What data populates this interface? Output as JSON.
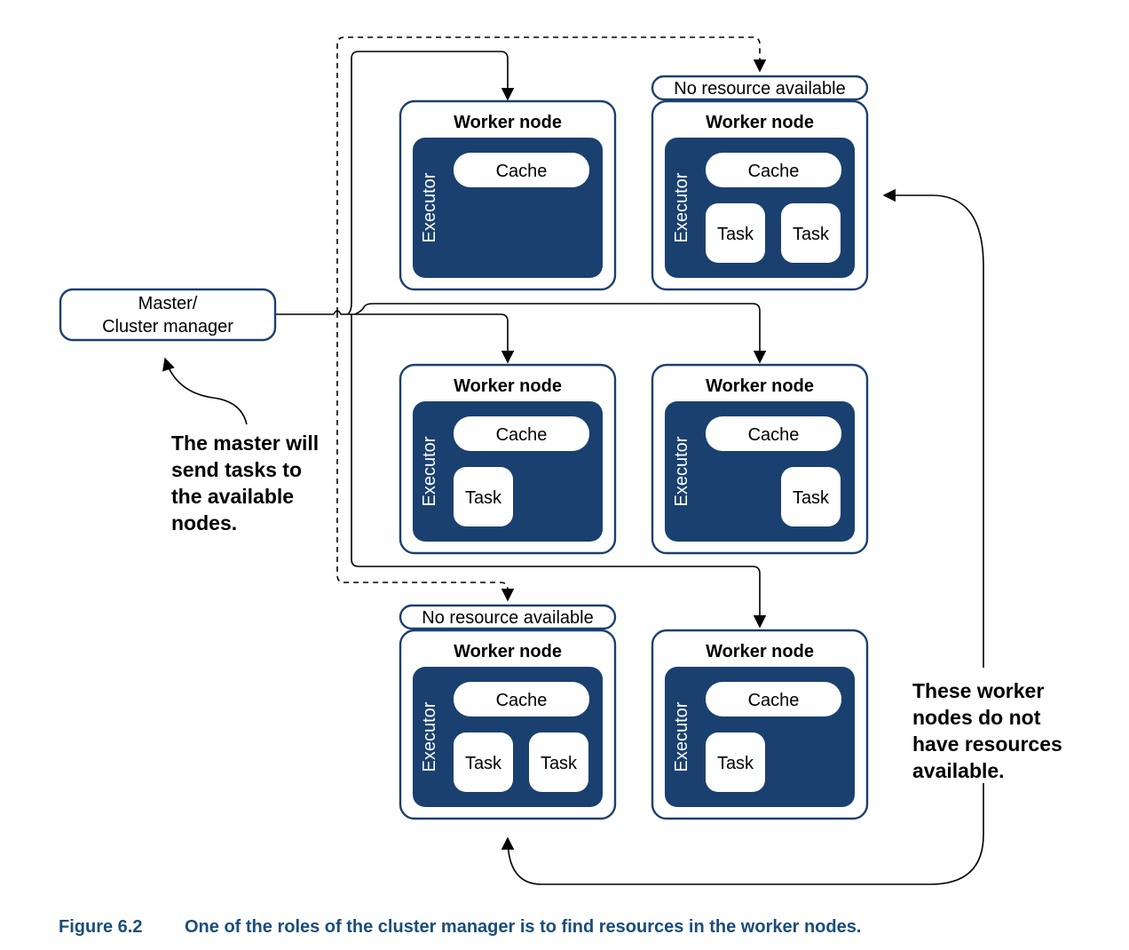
{
  "colors": {
    "navy": "#1a4070",
    "border": "#1a4070",
    "caption": "#1b4d7a"
  },
  "master": {
    "line1": "Master/",
    "line2": "Cluster manager"
  },
  "nodes": [
    {
      "title": "Worker node",
      "executor": "Executor",
      "cache": "Cache",
      "tasks": [],
      "badge": ""
    },
    {
      "title": "Worker node",
      "executor": "Executor",
      "cache": "Cache",
      "tasks": [
        "Task",
        "Task"
      ],
      "badge": "No resource available"
    },
    {
      "title": "Worker node",
      "executor": "Executor",
      "cache": "Cache",
      "tasks": [
        "Task"
      ],
      "badge": ""
    },
    {
      "title": "Worker node",
      "executor": "Executor",
      "cache": "Cache",
      "tasks": [
        "Task"
      ],
      "badge": ""
    },
    {
      "title": "Worker node",
      "executor": "Executor",
      "cache": "Cache",
      "tasks": [
        "Task",
        "Task"
      ],
      "badge": "No resource available"
    },
    {
      "title": "Worker node",
      "executor": "Executor",
      "cache": "Cache",
      "tasks": [
        "Task"
      ],
      "badge": ""
    }
  ],
  "notes": {
    "master_note": [
      "The master will",
      "send tasks to",
      "the available",
      "nodes."
    ],
    "worker_note": [
      "These worker",
      "nodes do not",
      "have resources",
      "available."
    ]
  },
  "caption": {
    "label": "Figure 6.2",
    "text": "One of the roles of the cluster manager is to find resources in the worker nodes."
  }
}
